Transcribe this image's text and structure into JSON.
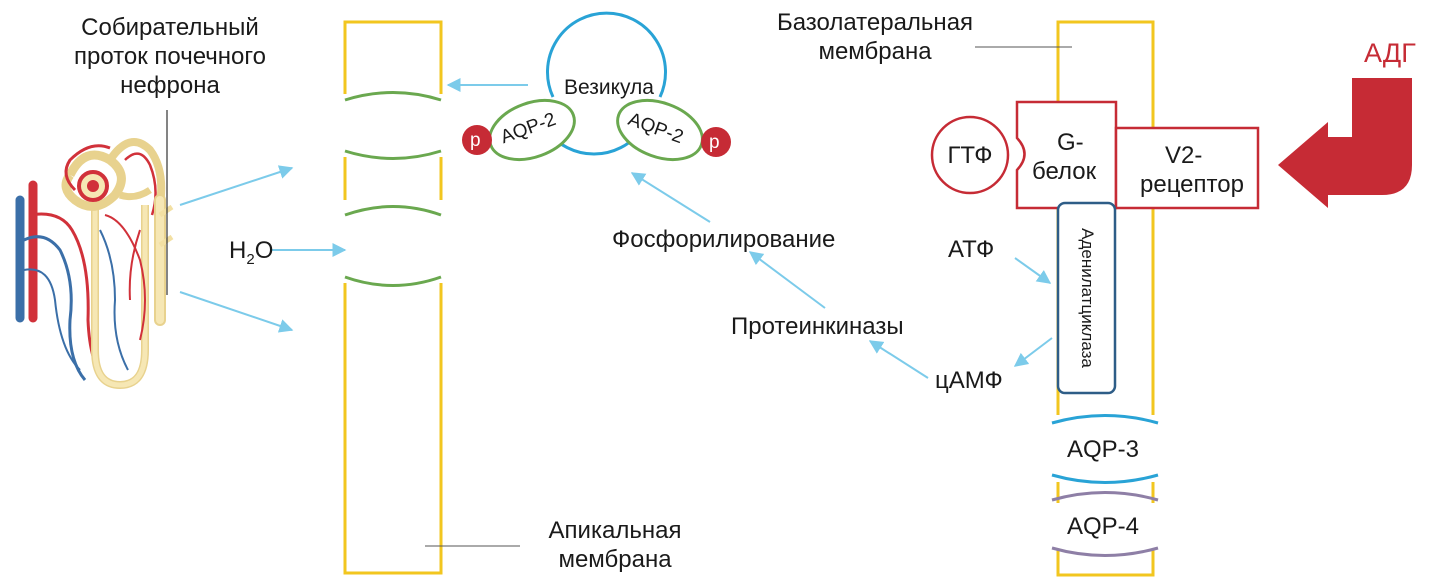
{
  "labels": {
    "collecting_duct_line1": "Собирательный",
    "collecting_duct_line2": "проток почечного",
    "collecting_duct_line3": "нефрона",
    "water_h": "H",
    "water_sub": "2",
    "water_o": "O",
    "vesicle": "Везикула",
    "aqp2_left": "AQP-2",
    "aqp2_right": "AQP-2",
    "phospho_left": "p",
    "phospho_right": "p",
    "phosphorylation": "Фосфорилирование",
    "protein_kinases": "Протеинкиназы",
    "apical_line1": "Апикальная",
    "apical_line2": "мембрана",
    "basolateral_line1": "Базолатеральная",
    "basolateral_line2": "мембрана",
    "adh": "АДГ",
    "gtp": "ГТФ",
    "g_protein_line1": "G-",
    "g_protein_line2": "белок",
    "v2_line1": "V2-",
    "v2_line2": "рецептор",
    "atp": "АТФ",
    "adenylate_cyclase": "Аденилатциклаза",
    "camp": "цАМФ",
    "aqp3": "AQP-3",
    "aqp4": "AQP-4"
  },
  "colors": {
    "membrane": "#f2c61f",
    "channel_green": "#6aa84f",
    "aqp3_blue": "#29a3d6",
    "aqp4_purple": "#8e7fa6",
    "arrow": "#7ccbea",
    "vesicle": "#29a3d6",
    "phosphate": "#c62b35",
    "receptor": "#c62b35",
    "adh": "#c62b35",
    "cyclase": "#2e5d87",
    "vessel_red": "#d1313a",
    "vessel_blue": "#3b6fa8",
    "tubule": "#f3e0a3"
  },
  "icons": {
    "nephron": "nephron-illustration-icon",
    "adh_arrow": "curved-arrow-icon"
  }
}
